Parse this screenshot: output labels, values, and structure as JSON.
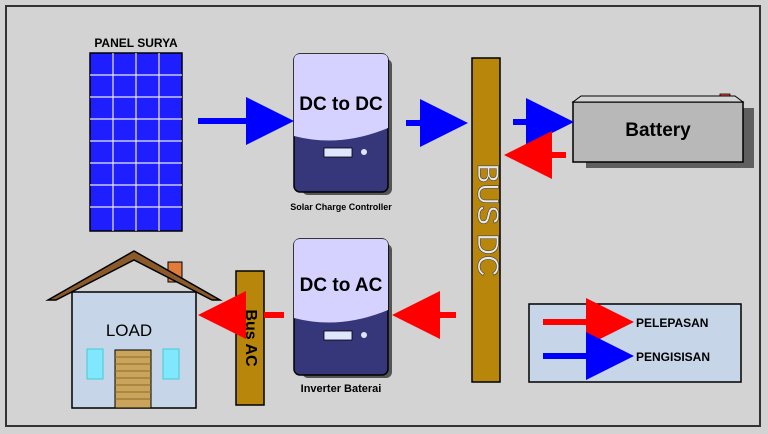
{
  "panel_label": "PANEL SURYA",
  "dc_dc_title": "DC to DC",
  "dc_dc_caption": "Solar Charge Controller",
  "dc_ac_title": "DC to AC",
  "dc_ac_caption": "Inverter Baterai",
  "bus_dc_label": "BUS DC",
  "bus_ac_label": "Bus AC",
  "battery_label": "Battery",
  "load_label": "LOAD",
  "legend": {
    "discharge_label": "PELEPASAN",
    "charge_label": "PENGISISAN"
  },
  "colors": {
    "discharge": "#ff0000",
    "charge": "#0000ff",
    "bus": "#b8860b",
    "solar_panel": "#1e1eff",
    "converter_top": "#d6d2ff",
    "converter_bottom": "#36367a",
    "battery": "#b8b8b8",
    "house_wall": "#c7d5e8",
    "house_roof": "#8b5a2b",
    "door": "#c9a45a",
    "window": "#7fe8ff"
  }
}
